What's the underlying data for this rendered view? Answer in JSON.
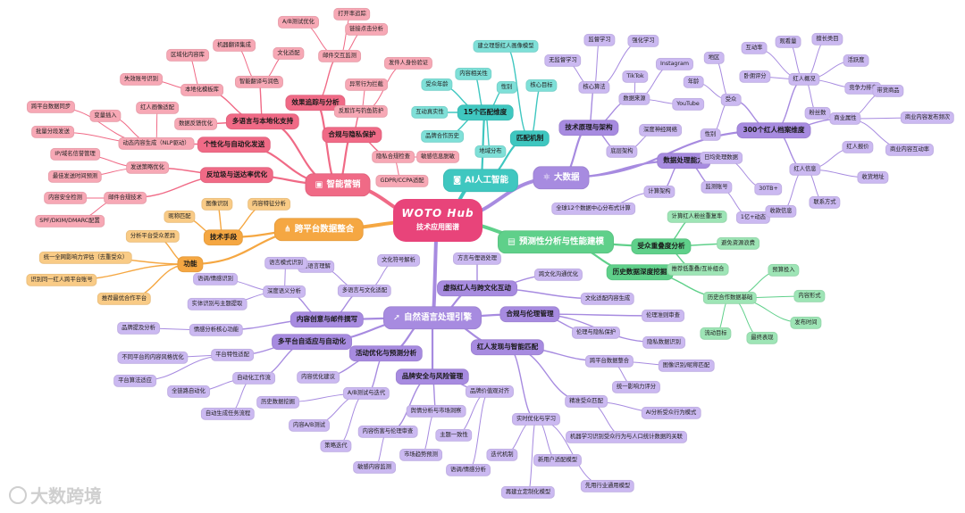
{
  "center": {
    "logo": "WOTO Hub",
    "subtitle": "技术应用图谱"
  },
  "watermark": "大数跨境",
  "branches": [
    {
      "name": "智能营销",
      "color": "#f06a86",
      "light": "#f7a8b5",
      "icon": "ai-chip-icon",
      "nodes": [
        {
          "t": "多语言与本地化支持",
          "l": 1
        },
        {
          "t": "个性化与自动化发送",
          "l": 1
        },
        {
          "t": "反垃圾与送达率优化",
          "l": 1
        },
        {
          "t": "效果追踪与分析",
          "l": 1
        },
        {
          "t": "合规与隐私保护",
          "l": 1
        },
        {
          "t": "本地化模板库",
          "l": 2
        },
        {
          "t": "区域化内容库",
          "l": 3
        },
        {
          "t": "失效账号识别",
          "l": 3
        },
        {
          "t": "智能翻译与润色",
          "l": 2
        },
        {
          "t": "机器翻译集成",
          "l": 3
        },
        {
          "t": "文化适配",
          "l": 3
        },
        {
          "t": "数据反馈优化",
          "l": 2
        },
        {
          "t": "动态内容生成（NLP驱动）",
          "l": 2
        },
        {
          "t": "红人画像适配",
          "l": 3
        },
        {
          "t": "变量插入",
          "l": 3
        },
        {
          "t": "跨平台数据同步",
          "l": 3
        },
        {
          "t": "批量分段发送",
          "l": 3
        },
        {
          "t": "发送策略优化",
          "l": 2
        },
        {
          "t": "IP/域名信誉管理",
          "l": 3
        },
        {
          "t": "最佳发送时间预测",
          "l": 3
        },
        {
          "t": "邮件合规技术",
          "l": 2
        },
        {
          "t": "内容安全检测",
          "l": 3
        },
        {
          "t": "SPF/DKIM/DMARC配置",
          "l": 3
        },
        {
          "t": "邮件交互监测",
          "l": 2
        },
        {
          "t": "A/B测试优化",
          "l": 3
        },
        {
          "t": "打开率追踪",
          "l": 3
        },
        {
          "t": "链接点击分析",
          "l": 3
        },
        {
          "t": "反欺诈与钓鱼防护",
          "l": 2
        },
        {
          "t": "异常行为拦截",
          "l": 3
        },
        {
          "t": "发件人身份验证",
          "l": 3
        },
        {
          "t": "隐私合规检查",
          "l": 2
        },
        {
          "t": "敏感信息脱敏",
          "l": 3
        },
        {
          "t": "GDPR/CCPA适配",
          "l": 3
        }
      ]
    },
    {
      "name": "AI人工智能",
      "color": "#3fc7c0",
      "light": "#7fe0d8",
      "icon": "robot-icon",
      "nodes": [
        {
          "t": "15个匹配维度",
          "l": 1
        },
        {
          "t": "匹配机制",
          "l": 1
        },
        {
          "t": "建立理想红人画像模型",
          "l": 2
        },
        {
          "t": "核心目标",
          "l": 2
        },
        {
          "t": "内容相关性",
          "l": 2
        },
        {
          "t": "受众年龄",
          "l": 2
        },
        {
          "t": "性别",
          "l": 2
        },
        {
          "t": "互动真实性",
          "l": 2
        },
        {
          "t": "品牌合作历史",
          "l": 2
        },
        {
          "t": "地域分布",
          "l": 2
        }
      ]
    },
    {
      "name": "大数据",
      "color": "#a78be0",
      "light": "#cbb9f1",
      "icon": "atom-icon",
      "nodes": [
        {
          "t": "技术原理与架构",
          "l": 1
        },
        {
          "t": "数据处理能力",
          "l": 1
        },
        {
          "t": "300个红人档案维度",
          "l": 1
        },
        {
          "t": "核心算法",
          "l": 2
        },
        {
          "t": "监督学习",
          "l": 3
        },
        {
          "t": "强化学习",
          "l": 3
        },
        {
          "t": "无监督学习",
          "l": 3
        },
        {
          "t": "数据来源",
          "l": 2
        },
        {
          "t": "TikTok",
          "l": 3
        },
        {
          "t": "Instagram",
          "l": 3
        },
        {
          "t": "YouTube",
          "l": 3
        },
        {
          "t": "底层架构",
          "l": 2
        },
        {
          "t": "深度神经网络",
          "l": 3
        },
        {
          "t": "日均处理数据",
          "l": 2
        },
        {
          "t": "30TB+",
          "l": 3
        },
        {
          "t": "监测账号",
          "l": 2
        },
        {
          "t": "1亿+动态",
          "l": 3
        },
        {
          "t": "计算架构",
          "l": 2
        },
        {
          "t": "全球12个数据中心分布式计算",
          "l": 3
        },
        {
          "t": "受众",
          "l": 2
        },
        {
          "t": "地区",
          "l": 3
        },
        {
          "t": "年龄",
          "l": 3
        },
        {
          "t": "性别",
          "l": 3
        },
        {
          "t": "红人概况",
          "l": 2
        },
        {
          "t": "互动率",
          "l": 3
        },
        {
          "t": "观看量",
          "l": 3
        },
        {
          "t": "擅长类目",
          "l": 3
        },
        {
          "t": "卧佣评分",
          "l": 3
        },
        {
          "t": "活跃度",
          "l": 3
        },
        {
          "t": "竞争力排名",
          "l": 3
        },
        {
          "t": "粉丝数",
          "l": 3
        },
        {
          "t": "商业属性",
          "l": 2
        },
        {
          "t": "带货商品",
          "l": 3
        },
        {
          "t": "商业内容发布频次",
          "l": 3
        },
        {
          "t": "商业内容互动率",
          "l": 3
        },
        {
          "t": "红人信息",
          "l": 2
        },
        {
          "t": "红人报价",
          "l": 3
        },
        {
          "t": "收货地址",
          "l": 3
        },
        {
          "t": "联系方式",
          "l": 3
        },
        {
          "t": "收款信息",
          "l": 3
        }
      ]
    },
    {
      "name": "预测性分析与性能建模",
      "color": "#5fd08a",
      "light": "#9ee5b6",
      "icon": "chart-icon",
      "nodes": [
        {
          "t": "受众重叠度分析",
          "l": 1
        },
        {
          "t": "历史数据深度挖掘",
          "l": 1
        },
        {
          "t": "计算红人粉丝重复率",
          "l": 2
        },
        {
          "t": "避免资源浪费",
          "l": 2
        },
        {
          "t": "推荐低重叠/互补组合",
          "l": 2
        },
        {
          "t": "历史合作数据基础",
          "l": 2
        },
        {
          "t": "预算投入",
          "l": 3
        },
        {
          "t": "内容形式",
          "l": 3
        },
        {
          "t": "发布时间",
          "l": 3
        },
        {
          "t": "最终表现",
          "l": 3
        },
        {
          "t": "流动目标",
          "l": 3
        }
      ]
    },
    {
      "name": "自然语言处理引擎",
      "color": "#a78be0",
      "light": "#cbb9f1",
      "icon": "rocket-icon",
      "nodes": [
        {
          "t": "虚拟红人与跨文化互动",
          "l": 1
        },
        {
          "t": "内容创意与邮件撰写",
          "l": 1
        },
        {
          "t": "合规与伦理管理",
          "l": 1
        },
        {
          "t": "多平台自适应与自动化",
          "l": 1
        },
        {
          "t": "活动优化与预测分析",
          "l": 1
        },
        {
          "t": "品牌安全与风险管理",
          "l": 1
        },
        {
          "t": "红人发现与智能匹配",
          "l": 1
        },
        {
          "t": "方言与俚语处理",
          "l": 2
        },
        {
          "t": "跨文化沟通优化",
          "l": 2
        },
        {
          "t": "文化适配内容生成",
          "l": 2
        },
        {
          "t": "多语言与文化适配",
          "l": 2
        },
        {
          "t": "文化符号解析",
          "l": 3
        },
        {
          "t": "跨语言理解",
          "l": 3
        },
        {
          "t": "深度语义分析",
          "l": 2
        },
        {
          "t": "语言模式识别",
          "l": 3
        },
        {
          "t": "语调/情感识别",
          "l": 3
        },
        {
          "t": "实体识别与主题提取",
          "l": 3
        },
        {
          "t": "情感分析核心功能",
          "l": 2
        },
        {
          "t": "品牌提及分析",
          "l": 3
        },
        {
          "t": "伦理准则审查",
          "l": 2
        },
        {
          "t": "伦理与隐私保护",
          "l": 2
        },
        {
          "t": "隐私数据识别",
          "l": 2
        },
        {
          "t": "平台特性适配",
          "l": 2
        },
        {
          "t": "不同平台的内容风格优化",
          "l": 3
        },
        {
          "t": "平台算法适应",
          "l": 3
        },
        {
          "t": "自动化工作流",
          "l": 2
        },
        {
          "t": "全链路自动化",
          "l": 3
        },
        {
          "t": "自动生成任务流程",
          "l": 3
        },
        {
          "t": "内容优化建议",
          "l": 2
        },
        {
          "t": "A/B测试与迭代",
          "l": 2
        },
        {
          "t": "历史数据挖掘",
          "l": 3
        },
        {
          "t": "内容A/B测试",
          "l": 3
        },
        {
          "t": "策略迭代",
          "l": 3
        },
        {
          "t": "内容伤害与伦理审查",
          "l": 2
        },
        {
          "t": "敏感内容监测",
          "l": 3
        },
        {
          "t": "舆情分析与市场洞察",
          "l": 2
        },
        {
          "t": "市场趋势预测",
          "l": 3
        },
        {
          "t": "品牌价值观对齐",
          "l": 2
        },
        {
          "t": "主题一致性",
          "l": 3
        },
        {
          "t": "语调/情感分析",
          "l": 3
        },
        {
          "t": "跨平台数据整合",
          "l": 2
        },
        {
          "t": "图像识别/昵称匹配",
          "l": 3
        },
        {
          "t": "统一影响力评分",
          "l": 3
        },
        {
          "t": "精准受众匹配",
          "l": 2
        },
        {
          "t": "AI分析受众行为模式",
          "l": 3
        },
        {
          "t": "机器学习识别受众行为与人口统计数据的关联",
          "l": 3
        },
        {
          "t": "实时优化与学习",
          "l": 2
        },
        {
          "t": "迭代机制",
          "l": 3
        },
        {
          "t": "新用户适配模型",
          "l": 3
        },
        {
          "t": "再建立定制化模型",
          "l": 3
        },
        {
          "t": "先用行业通用模型",
          "l": 3
        }
      ]
    },
    {
      "name": "跨平台数据整合",
      "color": "#f5a742",
      "light": "#f9cb86",
      "icon": "share-icon",
      "nodes": [
        {
          "t": "技术手段",
          "l": 1
        },
        {
          "t": "功能",
          "l": 1
        },
        {
          "t": "图像识别",
          "l": 2
        },
        {
          "t": "内容特征分析",
          "l": 2
        },
        {
          "t": "昵称匹配",
          "l": 2
        },
        {
          "t": "分析平台受众差异",
          "l": 2
        },
        {
          "t": "统一全网影响力评估（去重受众）",
          "l": 2
        },
        {
          "t": "识别同一红人跨平台账号",
          "l": 2
        },
        {
          "t": "推荐最优合作平台",
          "l": 2
        }
      ]
    }
  ]
}
